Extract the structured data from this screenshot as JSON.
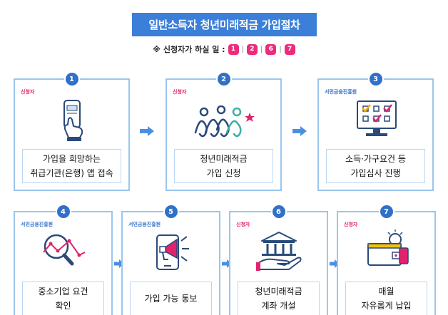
{
  "title": "일반소득자 청년미래적금 가입절차",
  "note": {
    "prefix": "※ 신청자가 하실 일 :",
    "steps": [
      "1",
      "2",
      "6",
      "7"
    ]
  },
  "steps": [
    {
      "number": "1",
      "role": "신청자",
      "lines": [
        "가입을 희망하는",
        "취급기관(은행) 앱 접속"
      ]
    },
    {
      "number": "2",
      "role": "신청자",
      "lines": [
        "청년미래적금",
        "가입 신청"
      ]
    },
    {
      "number": "3",
      "role": "서민금융진흥원",
      "lines": [
        "소득·가구요건 등",
        "가입심사 진행"
      ]
    },
    {
      "number": "4",
      "role": "서민금융진흥원",
      "lines": [
        "중소기업 요건",
        "확인"
      ]
    },
    {
      "number": "5",
      "role": "서민금융진흥원",
      "lines": [
        "가입 가능 통보"
      ]
    },
    {
      "number": "6",
      "role": "신청자",
      "lines": [
        "청년미래적금",
        "계좌 개설"
      ]
    },
    {
      "number": "7",
      "role": "신청자",
      "lines": [
        "매월",
        "자유롭게 납입"
      ]
    }
  ],
  "colors": {
    "title_bg": "#3c7fd8",
    "card_border": "#99c7ee",
    "badge": "#3170c9",
    "applicant": "#e3226c",
    "agency": "#3170c9",
    "arrow": "#4a8fe4"
  },
  "icons": [
    "phone-tap-icon",
    "people-star-icon",
    "checklist-monitor-icon",
    "magnifier-chart-icon",
    "phone-megaphone-icon",
    "bank-hand-icon",
    "wallet-coin-icon"
  ]
}
